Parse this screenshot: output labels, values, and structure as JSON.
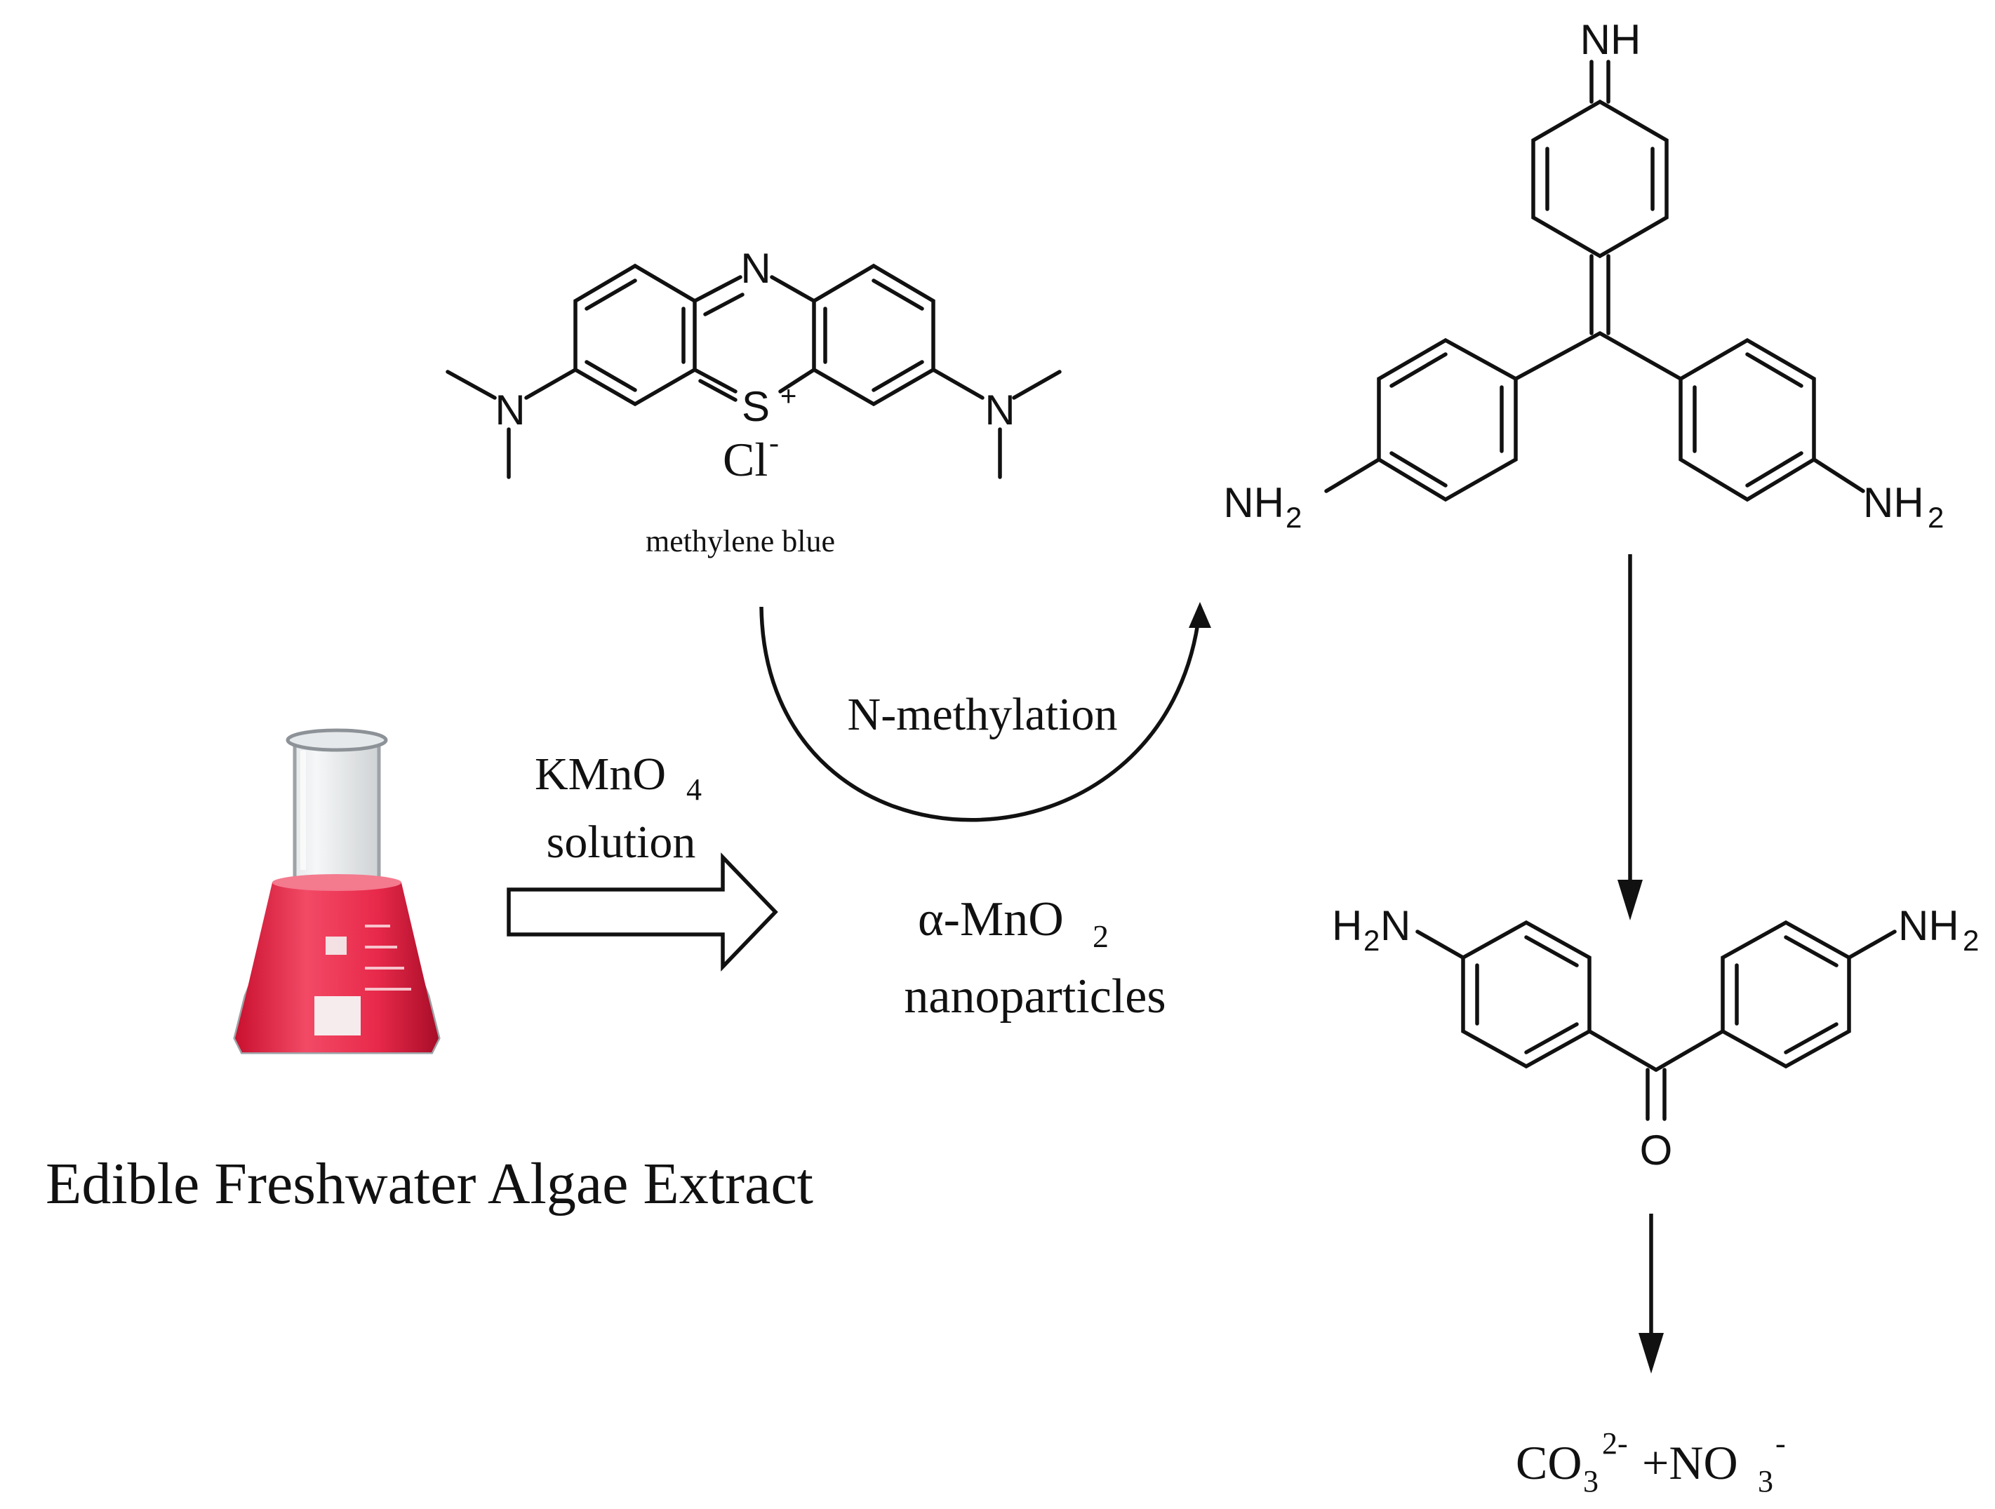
{
  "methylene_blue": {
    "name": "methylene blue",
    "atoms": {
      "ring_n": "N",
      "sulfur": "S",
      "sulfur_charge": "+",
      "left_n": "N",
      "right_n": "N",
      "counter_ion": "Cl",
      "counter_charge": "-"
    }
  },
  "intermediate": {
    "atoms": {
      "imine": "NH",
      "amine_left": "NH",
      "amine_left_sub": "2",
      "amine_right": "NH",
      "amine_right_sub": "2"
    }
  },
  "benzophenone": {
    "atoms": {
      "amine_left_h": "H",
      "amine_left_sub": "2",
      "amine_left_n": "N",
      "amine_right": "NH",
      "amine_right_sub": "2",
      "oxygen": "O"
    }
  },
  "reaction": {
    "step_label": "N-methylation",
    "reagent_line1": "KMnO",
    "reagent_line1_sub": "4",
    "reagent_line2": "solution",
    "catalyst_line1_a": "α-MnO",
    "catalyst_line1_sub": "2",
    "catalyst_line2": "nanoparticles",
    "source_label": "Edible Freshwater Algae Extract"
  },
  "products": {
    "carbonate": "CO",
    "carbonate_sub": "3",
    "carbonate_sup": "2-",
    "plus": "+NO",
    "nitrate_sub": "3",
    "nitrate_sup": "-"
  },
  "colors": {
    "ink": "#111111",
    "solution_red": "#e8294a",
    "glass": "#d9dde0"
  }
}
